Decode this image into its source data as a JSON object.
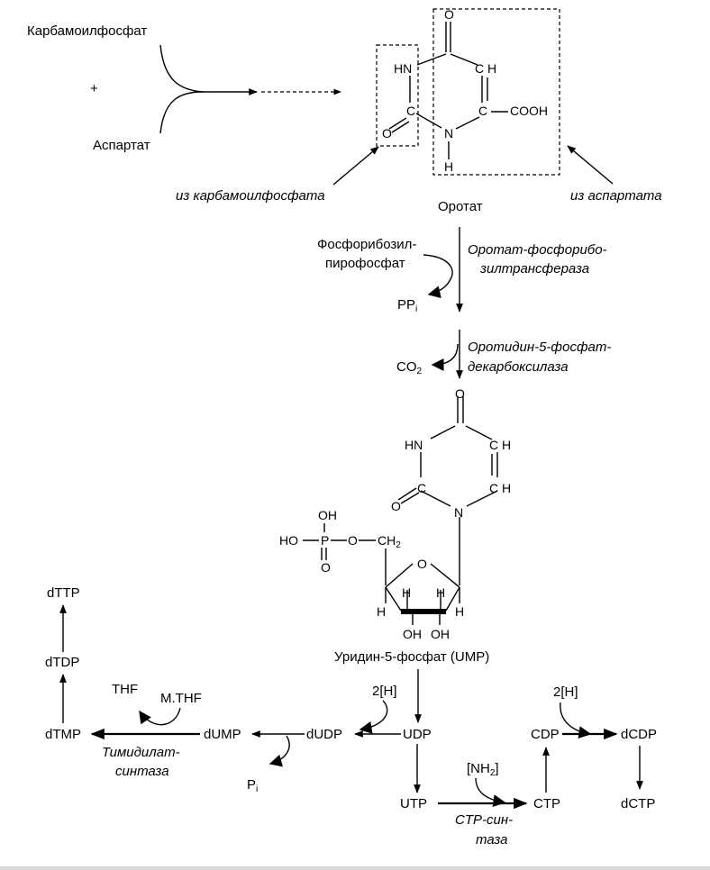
{
  "top": {
    "carbamoyl_phosphate": "Карбамоилфосфат",
    "plus": "+",
    "aspartate": "Аспартат",
    "from_carbamoyl": "из карбамоилфосфата",
    "from_aspartate": "из аспартата",
    "orotate": "Оротат"
  },
  "orotate_atoms": {
    "o_top": "O",
    "hn": "HN",
    "ch": "C H",
    "c_left": "C",
    "c_right": "C",
    "cooh": "COOH",
    "o_left": "O",
    "n": "N",
    "h": "H"
  },
  "step1": {
    "prpp_line1": "Фосфорибозил-",
    "prpp_line2": "пирофосфат",
    "ppi": "PP",
    "ppi_sub": "i",
    "enzyme_line1": "Оротат-фосфорибо-",
    "enzyme_line2": "зилтрансфераза"
  },
  "step2": {
    "co2": "CO",
    "co2_sub": "2",
    "enzyme_line1": "Оротидин-5-фосфат-",
    "enzyme_line2": "декарбоксилаза"
  },
  "ump_atoms": {
    "o_top": "O",
    "hn": "HN",
    "ch1": "C H",
    "ch2": "C H",
    "c": "C",
    "o_left": "O",
    "n": "N",
    "oh_top": "OH",
    "ho": "HO",
    "p": "P",
    "o_link": "O",
    "ch2_group": "CH",
    "ch2_sub": "2",
    "o_bottom": "O",
    "o_ring": "O",
    "h1": "H",
    "h2": "H",
    "h3": "H",
    "h4": "H",
    "oh1": "OH",
    "oh2": "OH",
    "ump_label": "Уридин-5-фосфат (UMP)"
  },
  "bottom": {
    "dttp": "dTTP",
    "dtdp": "dTDP",
    "dtmp": "dTMP",
    "thf": "THF",
    "mthf": "M.THF",
    "dump": "dUMP",
    "thymidylate_line1": "Тимидилат-",
    "thymidylate_line2": "синтаза",
    "pi": "P",
    "pi_sub": "i",
    "dudp": "dUDP",
    "h2_left": "2[H]",
    "udp": "UDP",
    "utp": "UTP",
    "nh2": "[NH",
    "nh2_sub": "2",
    "nh2_close": "]",
    "ctp_synth_line1": "CTP-син-",
    "ctp_synth_line2": "таза",
    "ctp": "CTP",
    "cdp": "CDP",
    "h2_right": "2[H]",
    "dcdp": "dCDP",
    "dctp": "dCTP"
  }
}
